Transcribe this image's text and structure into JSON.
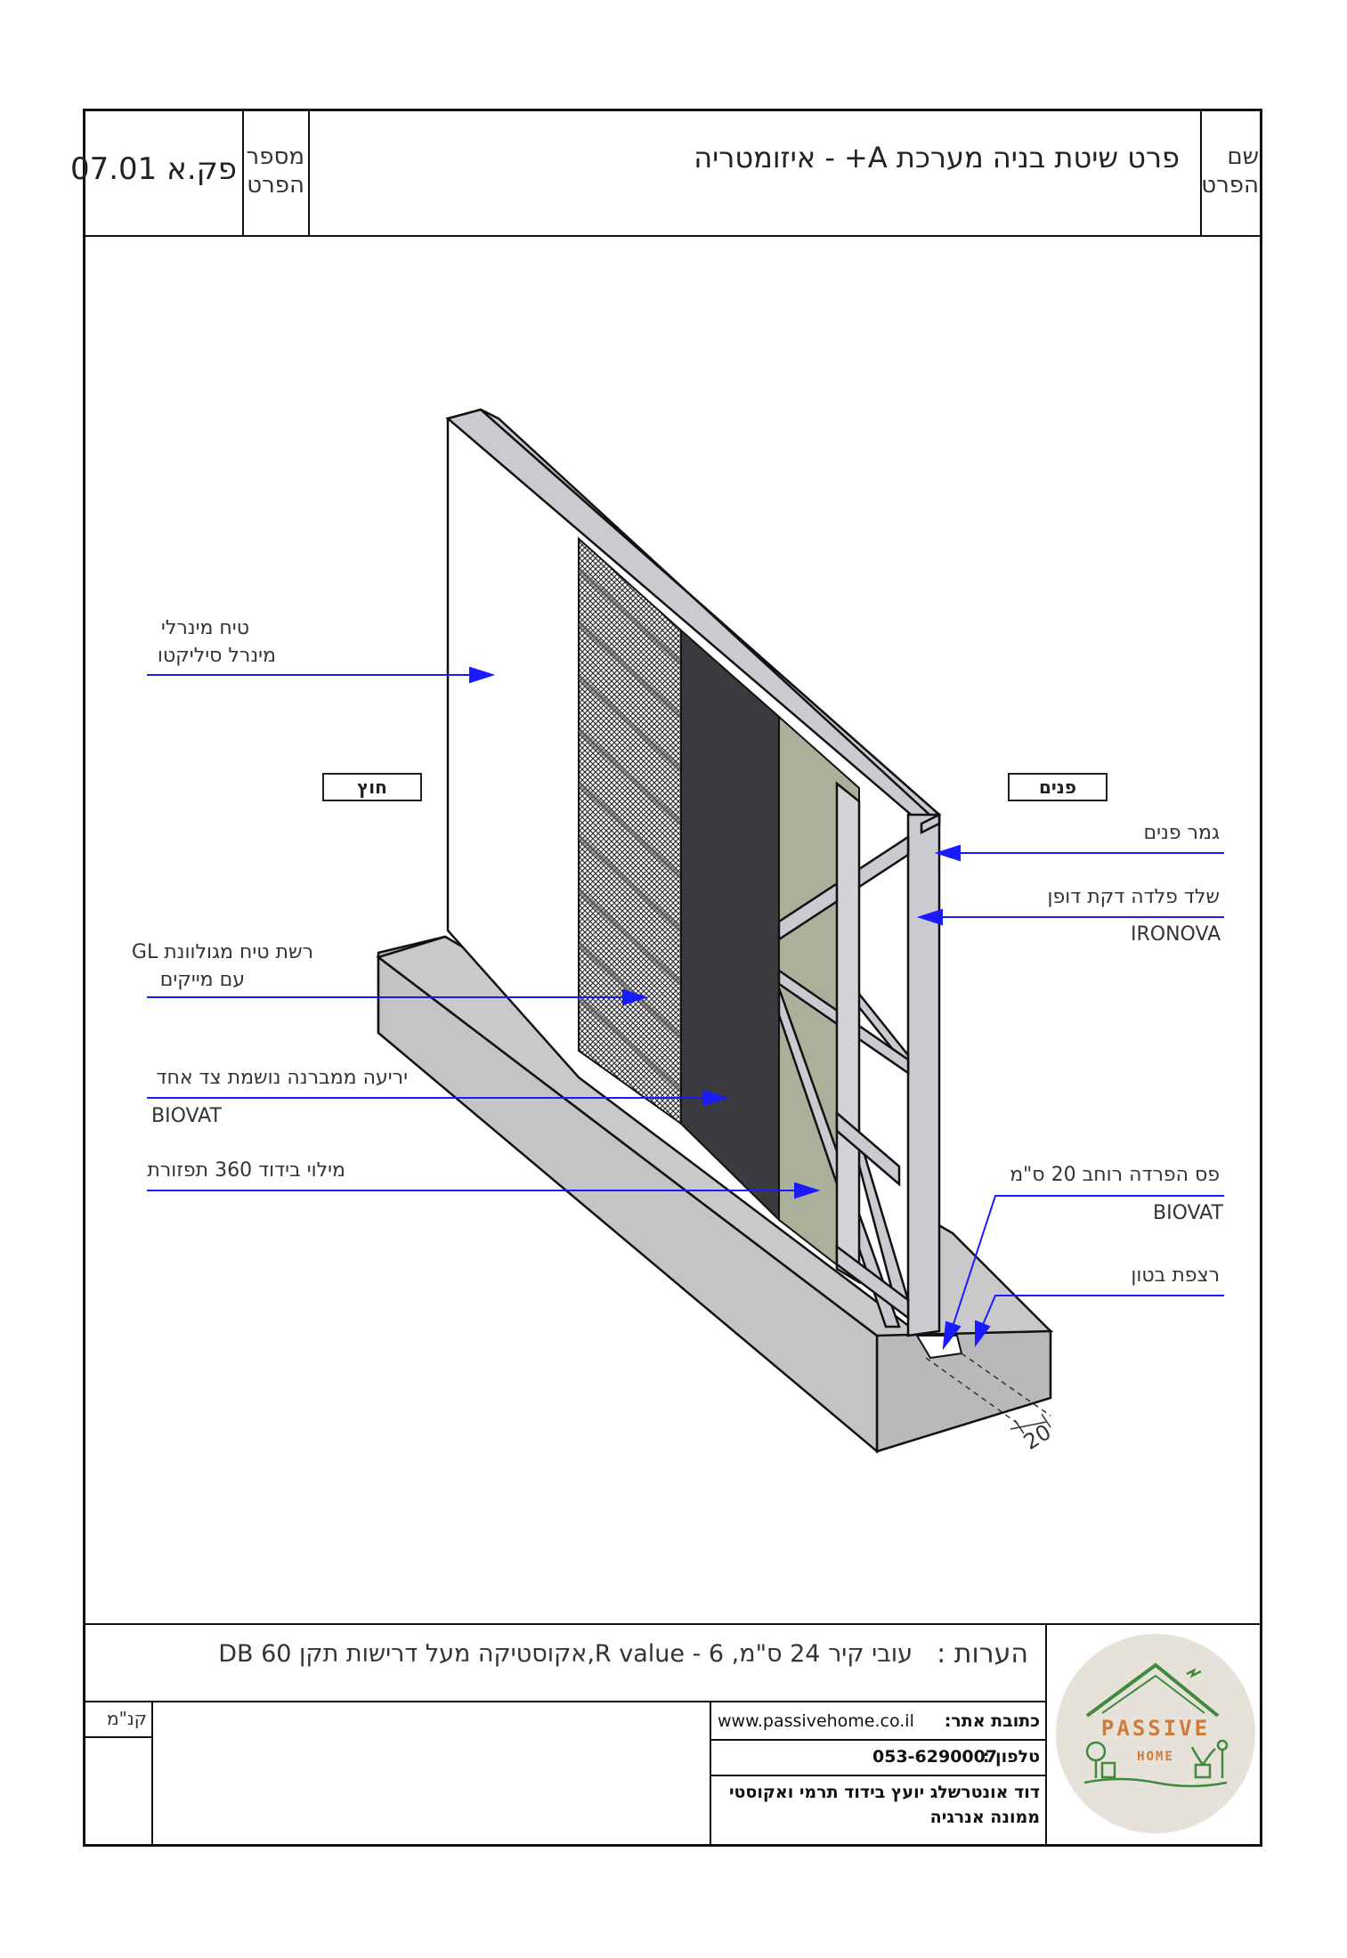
{
  "header": {
    "name_label": "שם\nהפרט",
    "title": "פרט שיטת בניה מערכת  A+  - איזומטריה",
    "number_label": "מספר\nהפרט",
    "code": "פק.א 07.01"
  },
  "tags": {
    "outside": "חוץ",
    "inside": "פנים"
  },
  "callouts": {
    "mineral_plaster_1": "טיח מינרלי",
    "mineral_plaster_2": "מינרל סיליקטו",
    "mesh_1": "רשת טיח מגולוונת  GL",
    "mesh_2": "עם מייקים",
    "membrane_1": "יריעה ממברנה נושמת צד אחד",
    "membrane_2": "BIOVAT",
    "insulation": "מילוי בידוד 360 תפזורת",
    "interior_finish": "גמר פנים",
    "steel_frame_1": "שלד פלדה דקת דופן",
    "steel_frame_2": "IRONOVA",
    "separation_strip_1": "פס הפרדה רוחב 20 ס\"מ",
    "separation_strip_2": "BIOVAT",
    "concrete_floor": "רצפת בטון",
    "dimension": "20"
  },
  "footer": {
    "notes_label": "הערות :",
    "notes_text": "עובי קיר 24 ס\"מ,  R value - 6,אקוסטיקה מעל דרישות תקן DB 60",
    "scale_label": "קנ\"מ",
    "website_label": "כתובת אתר:",
    "website": "www.passivehome.co.il",
    "phone_label": "טלפון :",
    "phone": "053-6290007",
    "consultant_1": "דוד אונטרשלג יועץ בידוד תרמי ואקוסטי",
    "consultant_2": "ממונה אנרגיה",
    "logo_word_1": "PASSIVE",
    "logo_word_2": "HOME"
  },
  "colors": {
    "frame": "#111111",
    "arrow": "#1a1aff",
    "concrete": "#c4c4c6",
    "membrane": "#393b3f",
    "insulation": "#aab09a",
    "steel": "#c9cbd0",
    "logo_bg": "#e6e2da",
    "logo_green": "#3f8a3c",
    "logo_orange": "#d07a3a"
  }
}
